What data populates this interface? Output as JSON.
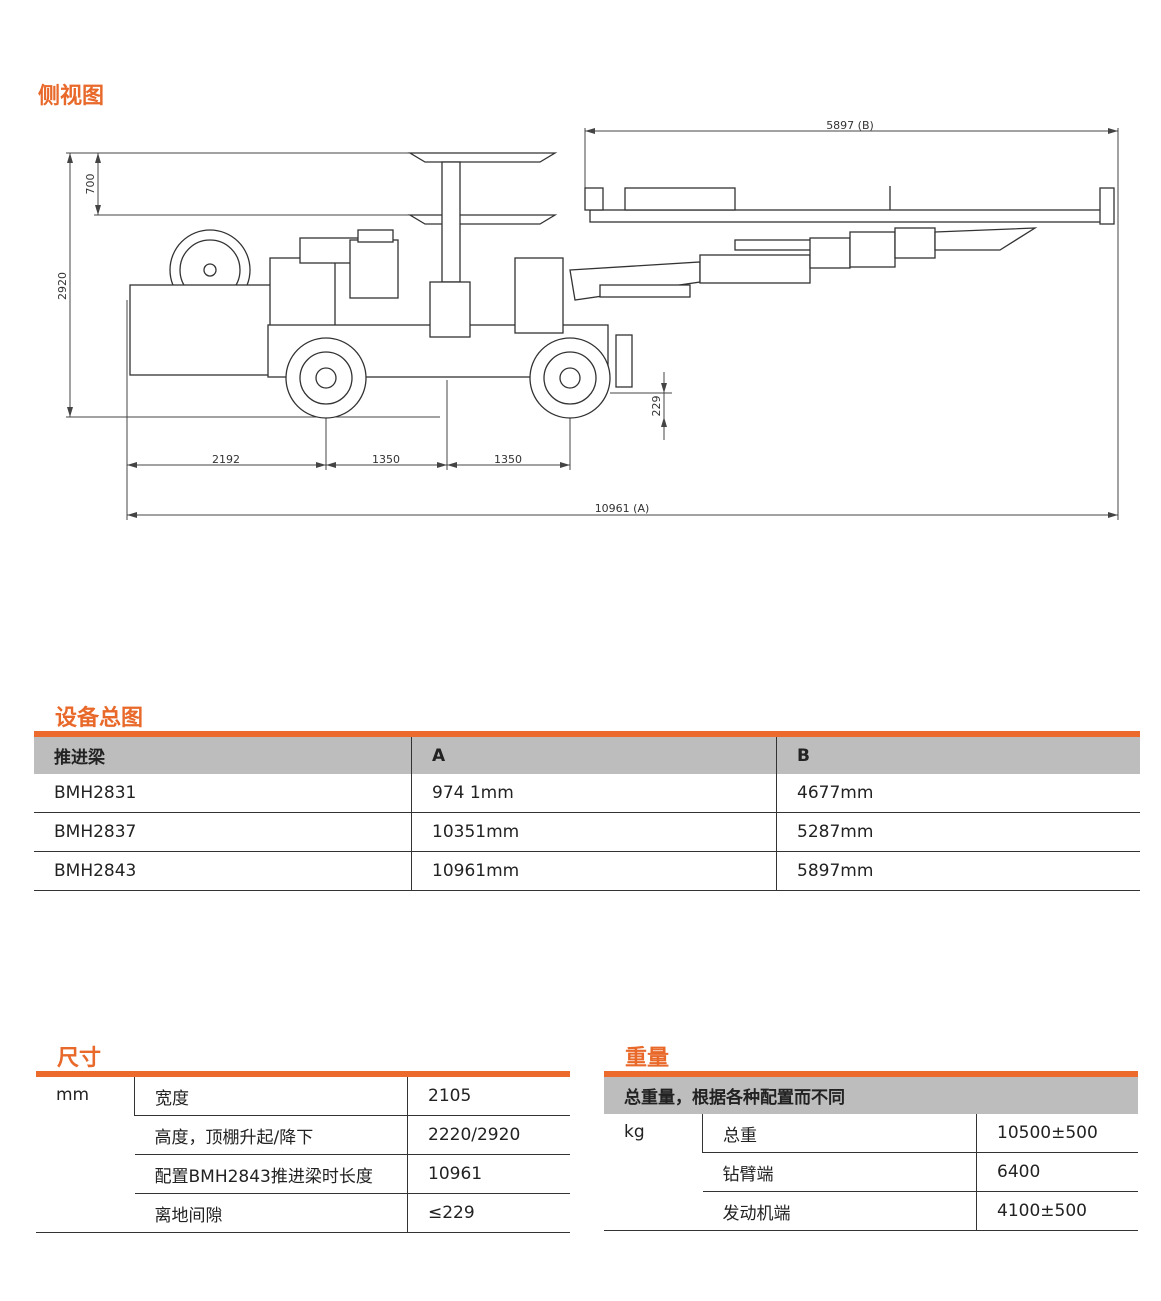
{
  "side_view": {
    "title": "侧视图",
    "dims": {
      "top_b": "5897 (B)",
      "canopy": "700",
      "height": "2920",
      "clearance": "229",
      "front": "2192",
      "wb1": "1350",
      "wb2": "1350",
      "total_a": "10961 (A)"
    }
  },
  "overview": {
    "title": "设备总图",
    "headers": [
      "推进梁",
      "A",
      "B"
    ],
    "rows": [
      [
        "BMH2831",
        "974 1mm",
        "4677mm"
      ],
      [
        "BMH2837",
        "10351mm",
        "5287mm"
      ],
      [
        "BMH2843",
        "10961mm",
        "5897mm"
      ]
    ]
  },
  "dimensions": {
    "title": "尺寸",
    "unit": "mm",
    "rows": [
      [
        "宽度",
        "2105"
      ],
      [
        "高度，顶棚升起/降下",
        "2220/2920"
      ],
      [
        "配置BMH2843推进梁时长度",
        "10961"
      ],
      [
        "离地间隙",
        "≤229"
      ]
    ]
  },
  "weight": {
    "title": "重量",
    "header": "总重量，根据各种配置而不同",
    "unit": "kg",
    "rows": [
      [
        "总重",
        "10500±500"
      ],
      [
        "钻臂端",
        "6400"
      ],
      [
        "发动机端",
        "4100±500"
      ]
    ]
  }
}
